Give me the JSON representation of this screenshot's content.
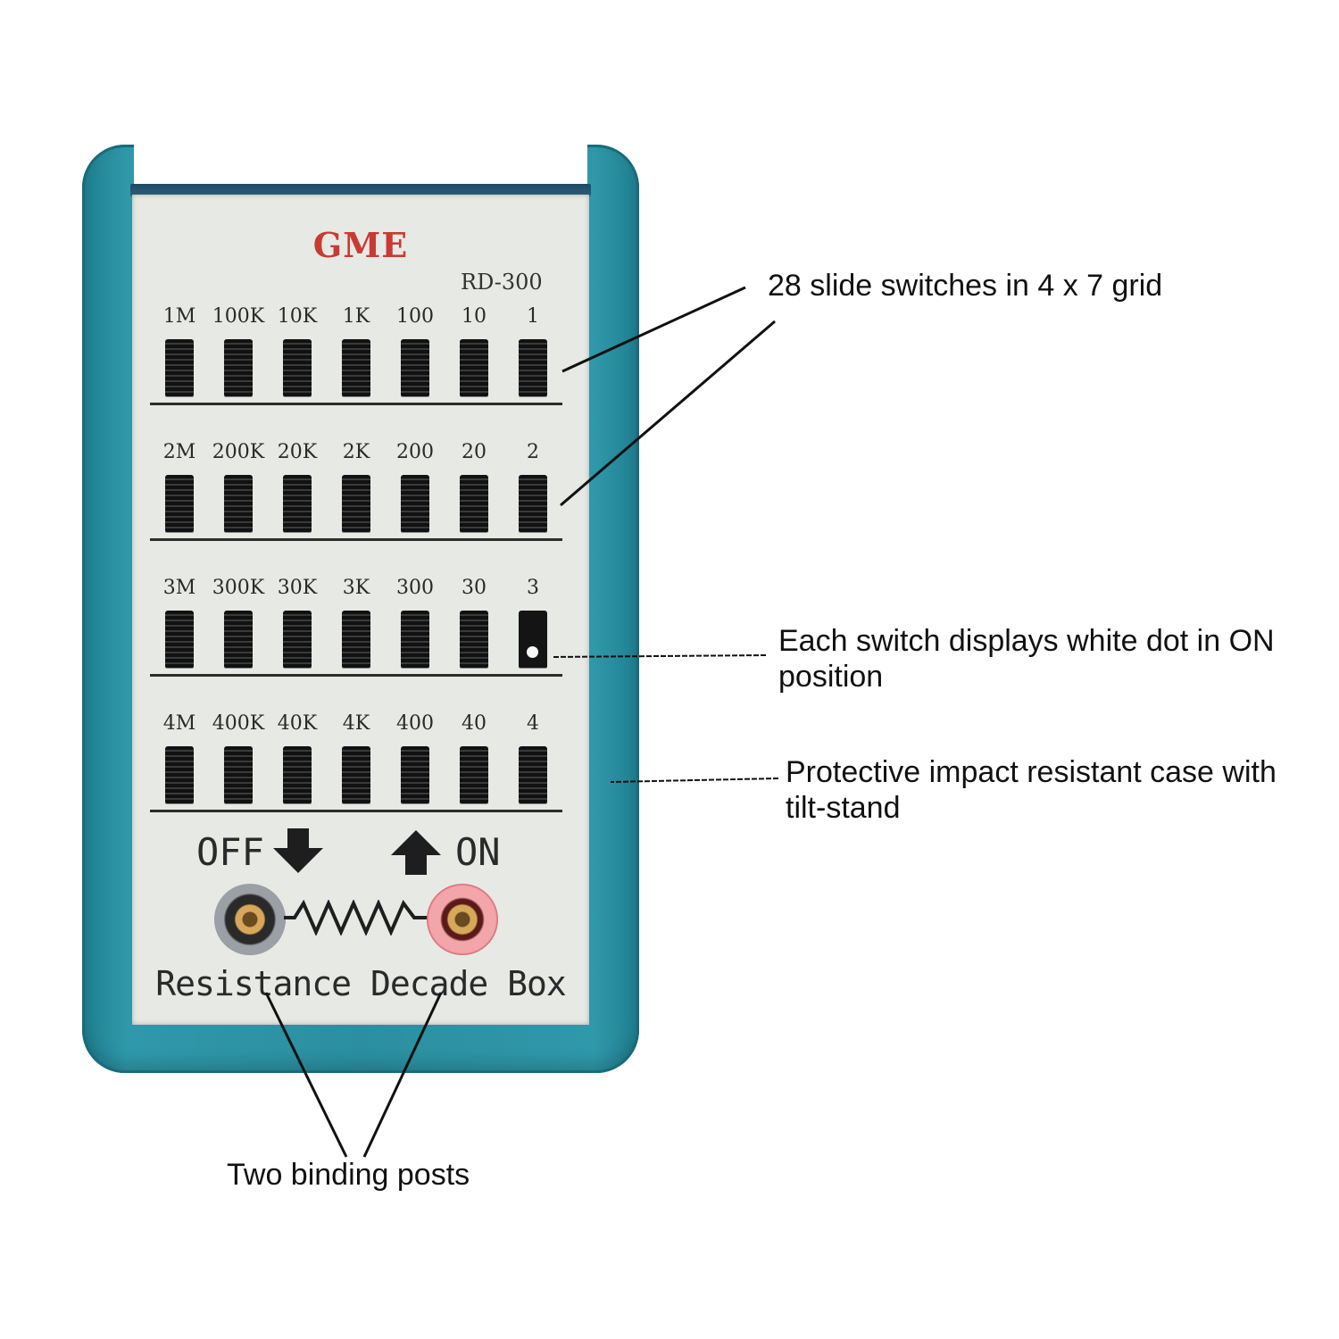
{
  "brand": "GME",
  "model": "RD-300",
  "rows": [
    {
      "labels": [
        "1M",
        "100K",
        "10K",
        "1K",
        "100",
        "10",
        "1"
      ],
      "on": [
        false,
        false,
        false,
        false,
        false,
        false,
        false
      ]
    },
    {
      "labels": [
        "2M",
        "200K",
        "20K",
        "2K",
        "200",
        "20",
        "2"
      ],
      "on": [
        false,
        false,
        false,
        false,
        false,
        false,
        false
      ]
    },
    {
      "labels": [
        "3M",
        "300K",
        "30K",
        "3K",
        "300",
        "30",
        "3"
      ],
      "on": [
        false,
        false,
        false,
        false,
        false,
        false,
        true
      ]
    },
    {
      "labels": [
        "4M",
        "400K",
        "40K",
        "4K",
        "400",
        "40",
        "4"
      ],
      "on": [
        false,
        false,
        false,
        false,
        false,
        false,
        false
      ]
    }
  ],
  "off_label": "OFF",
  "on_label": "ON",
  "panel_title": "Resistance Decade Box",
  "callouts": {
    "switches": "28 slide switches in 4 x 7 grid",
    "white_dot": "Each switch displays white dot in ON position",
    "case": "Protective impact resistant case with tilt-stand",
    "posts": "Two binding posts"
  },
  "colors": {
    "case": "#2b8fa1",
    "panel": "#e6e9e4",
    "brand": "#c83a34",
    "switch": "#141414"
  }
}
